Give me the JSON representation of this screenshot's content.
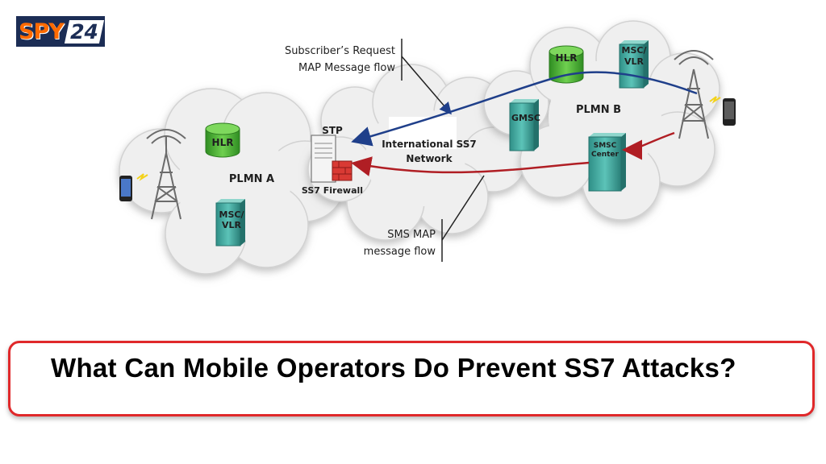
{
  "logo": {
    "text_spy": "SPY",
    "text_num": "24"
  },
  "diagram": {
    "annotations": {
      "subscriber_line1": "Subscriber’s Request",
      "subscriber_line2": "MAP Message flow",
      "sms_line1": "SMS MAP",
      "sms_line2": "message flow"
    },
    "networks": {
      "plmn_a": "PLMN A",
      "plmn_b": "PLMN B",
      "international_line1": "International SS7",
      "international_line2": "Network"
    },
    "nodes": {
      "hlr_a": "HLR",
      "msc_vlr_a_line1": "MSC/",
      "msc_vlr_a_line2": "VLR",
      "stp": "STP",
      "firewall": "SS7 Firewall",
      "hlr_b": "HLR",
      "msc_vlr_b_line1": "MSC/",
      "msc_vlr_b_line2": "VLR",
      "gmsc": "GMSC",
      "smsc_line1": "SMSC",
      "smsc_line2": "Center"
    },
    "colors": {
      "request_flow": "#1f3f8a",
      "sms_flow": "#b01e24",
      "server": "#3aa39a",
      "hlr": "#4cae33"
    }
  },
  "banner": {
    "title": "What Can Mobile Operators Do Prevent SS7 Attacks?"
  }
}
